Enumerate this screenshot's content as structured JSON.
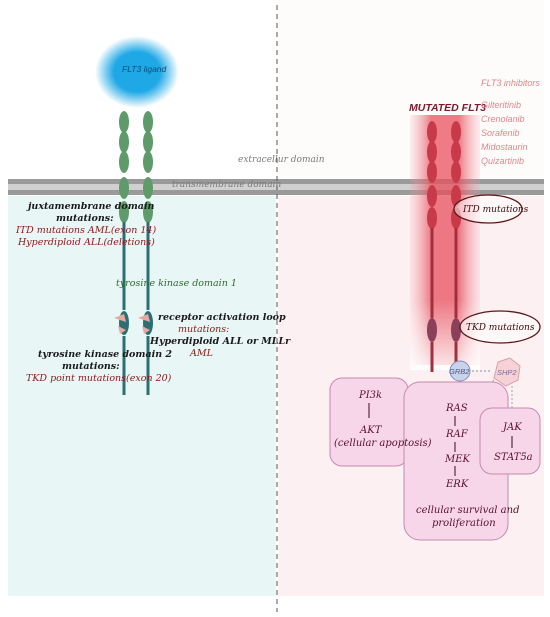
{
  "colors": {
    "left_panel": "#e8f6f6",
    "right_panel": "#fdf0f2",
    "membrane": "#9a9a9a",
    "receptor_green": "#5f9b6a",
    "receptor_teal": "#2b6f72",
    "mutated_red": "#e05060",
    "ligand_blue": "#1ea8e6",
    "pathway_box": "#f8d6ea",
    "pathway_stroke": "#c48ab0",
    "oval_stroke": "#5a1a1a"
  },
  "labels": {
    "ligand": "FLT3 ligand",
    "extracellular": "extracellur domain",
    "transmembrane": "transmembrane domain",
    "jm_title": "juxtamembrane domain",
    "jm_mutations": "mutations:",
    "jm_itd": "ITD mutations AML(exon 14)",
    "jm_hyper": "Hyperdiploid ALL(deletions)",
    "tkd1": "tyrosine kinase domain 1",
    "ral_title": "receptor activation loop",
    "ral_mutations": "mutations:",
    "ral_line1": "Hyperdiploid ALL or MLLr",
    "ral_line2": "AML",
    "tkd2_title": "tyrosine kinase domain 2",
    "tkd2_mutations": "mutations:",
    "tkd2_point": "TKD point mutations(exon 20)",
    "mutated_flt3": "MUTATED FLT3",
    "itd_oval": "ITD mutations",
    "tkd_oval": "TKD mutations",
    "grb2": "GRB2",
    "shp2": "SHP2"
  },
  "inhibitors": {
    "title": "FLT3 inhibitors",
    "drugs": [
      "Gilteritinib",
      "Crenolanib",
      "Sorafenib",
      "Midostaurin",
      "Quizartinib"
    ]
  },
  "pathway": {
    "pi3k": "PI3k",
    "akt": "AKT",
    "akt_note": "(cellular apoptosis)",
    "ras": "RAS",
    "raf": "RAF",
    "mek": "MEK",
    "erk": "ERK",
    "jak": "JAK",
    "stat5a": "STAT5a",
    "survival_line1": "cellular survival and",
    "survival_line2": "proliferation"
  }
}
